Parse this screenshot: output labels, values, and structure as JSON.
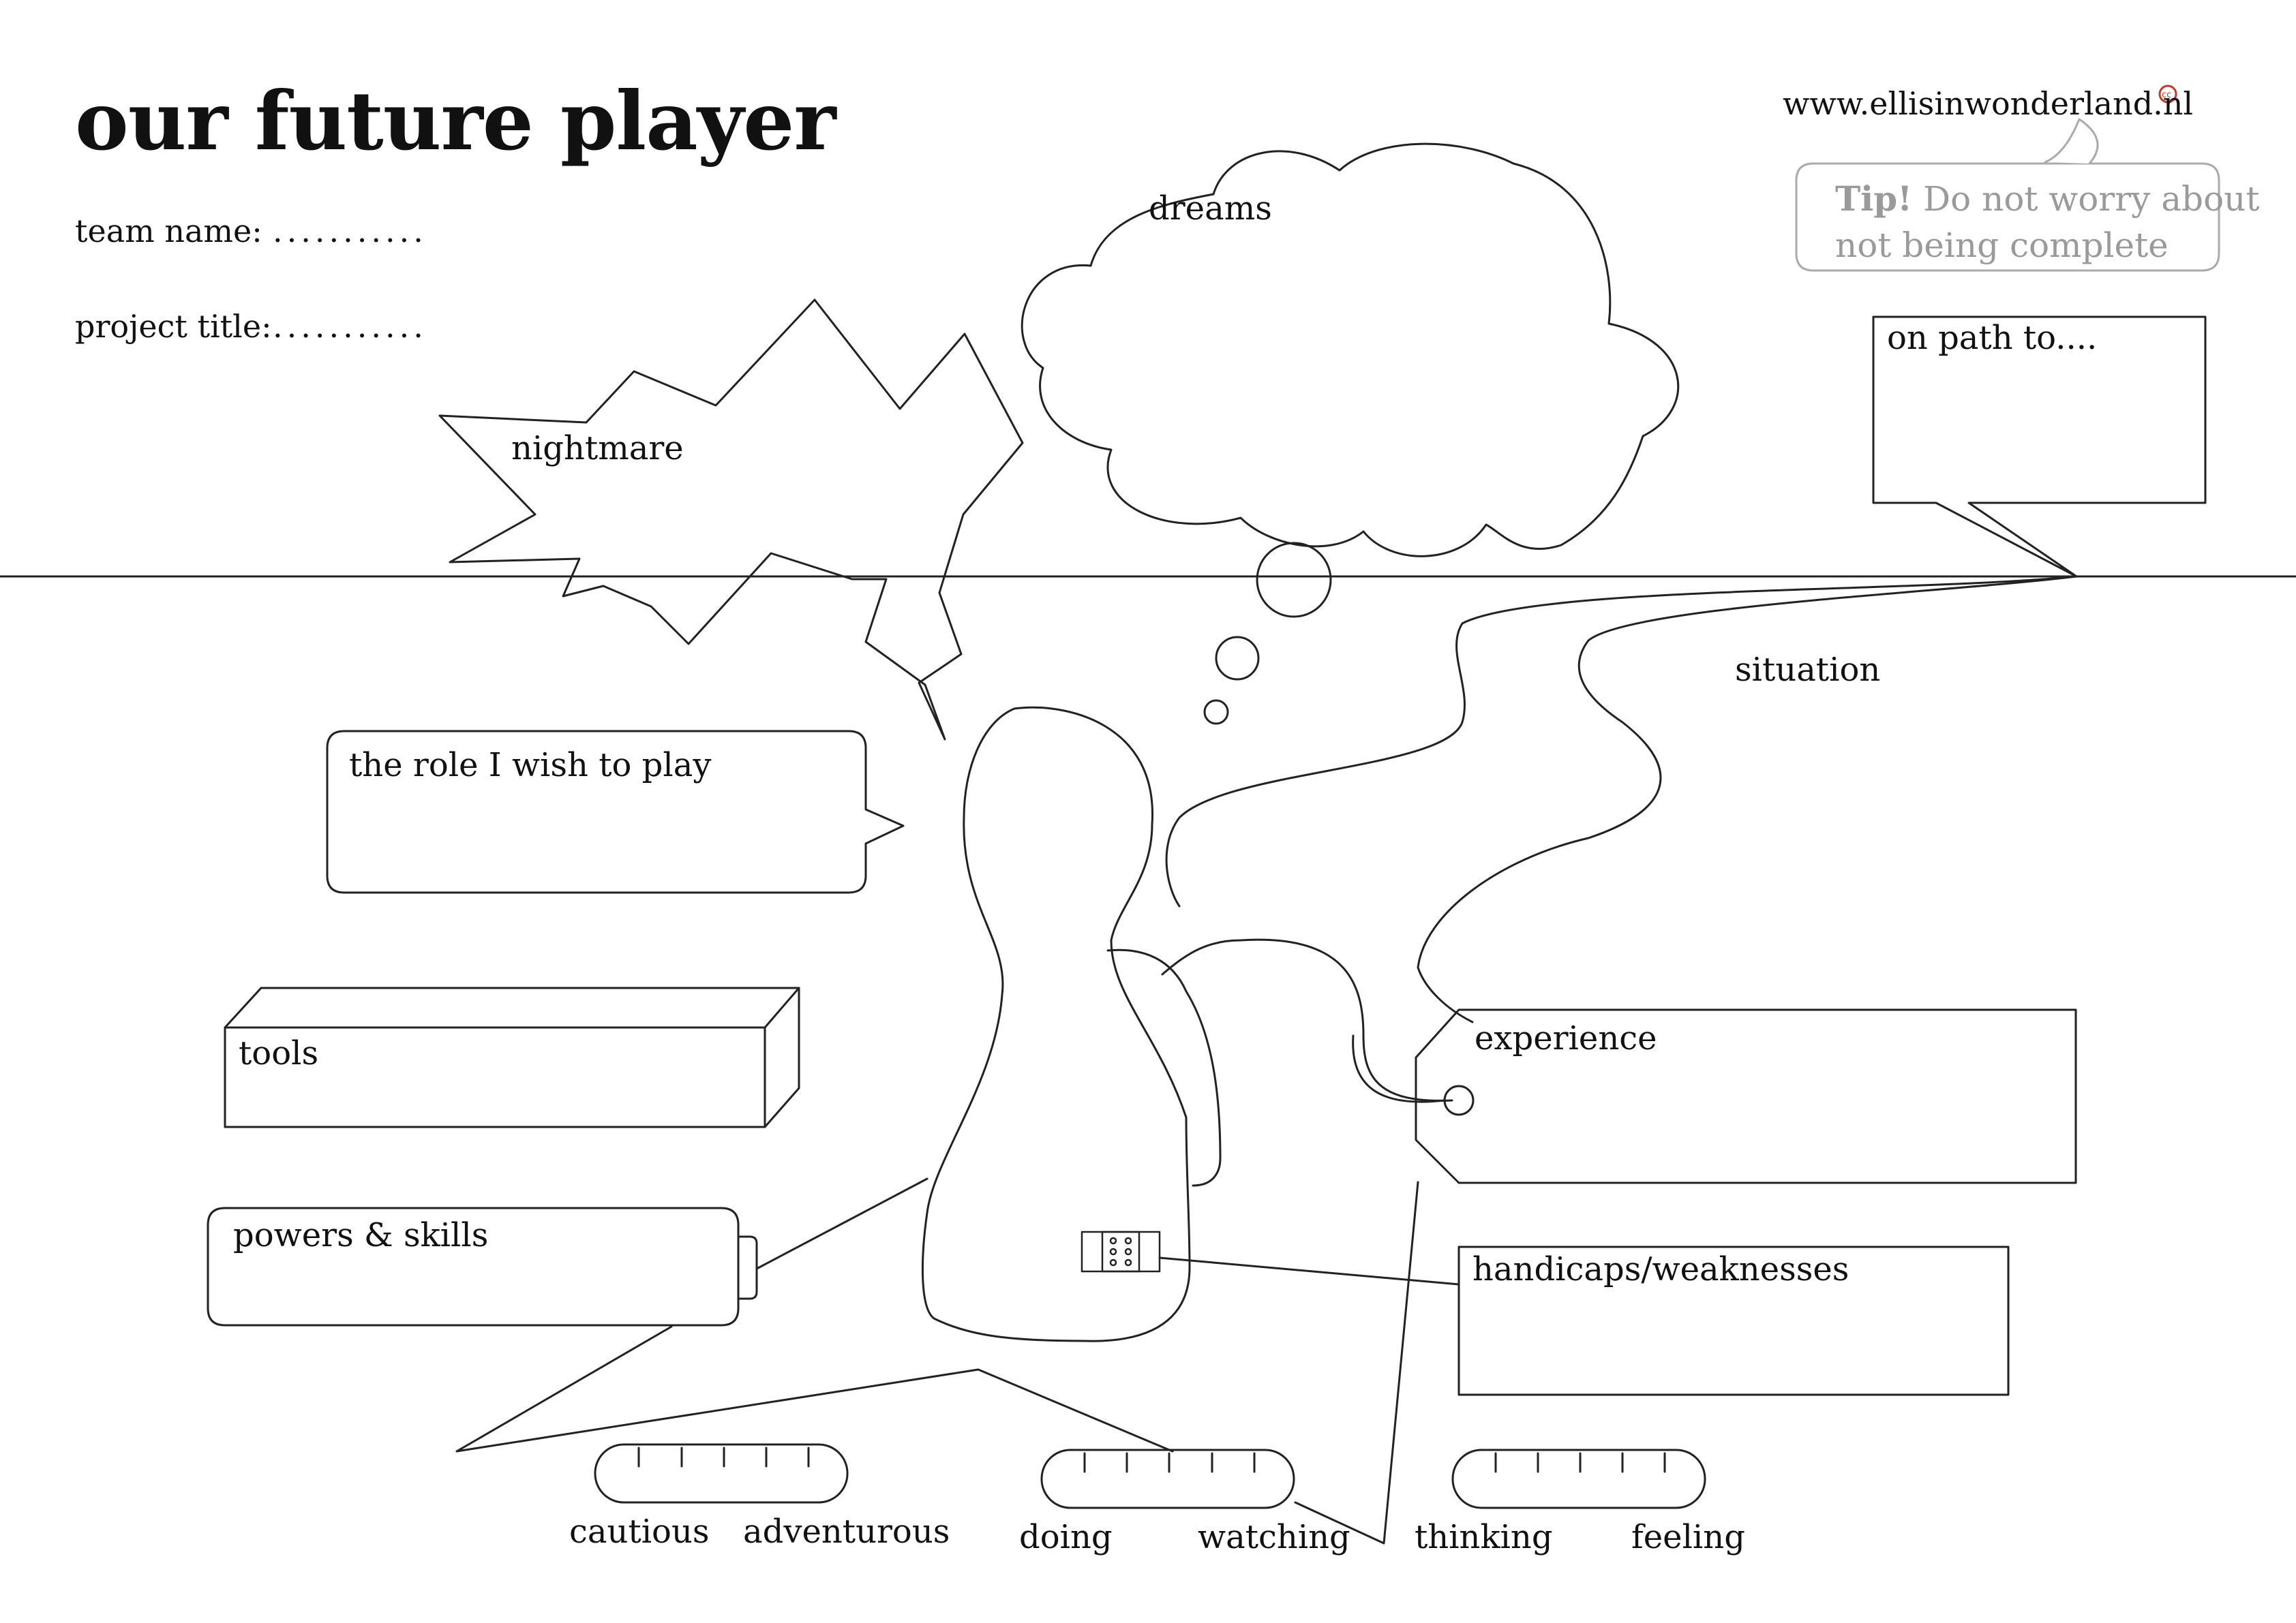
{
  "title": "our future player",
  "url": "www.ellisinwonderland.nl",
  "fields": {
    "team_label": "team name:",
    "team_dots": "...........",
    "project_label": "project title:",
    "project_dots": "..........."
  },
  "tip": {
    "label": "Tip!",
    "text_line1": "Do not worry about",
    "text_line2": "not being complete"
  },
  "labels": {
    "dreams": "dreams",
    "nightmare": "nightmare",
    "on_path": "on path to....",
    "situation": "situation",
    "role": "the role I wish to play",
    "tools": "tools",
    "powers": "powers & skills",
    "experience": "experience",
    "handicaps": "handicaps/weaknesses"
  },
  "scales": [
    {
      "left": "cautious",
      "right": "adventurous"
    },
    {
      "left": "doing",
      "right": "watching"
    },
    {
      "left": "thinking",
      "right": "feeling"
    }
  ],
  "icons": [
    "cc-icon",
    "bandage-icon",
    "player-pawn"
  ]
}
